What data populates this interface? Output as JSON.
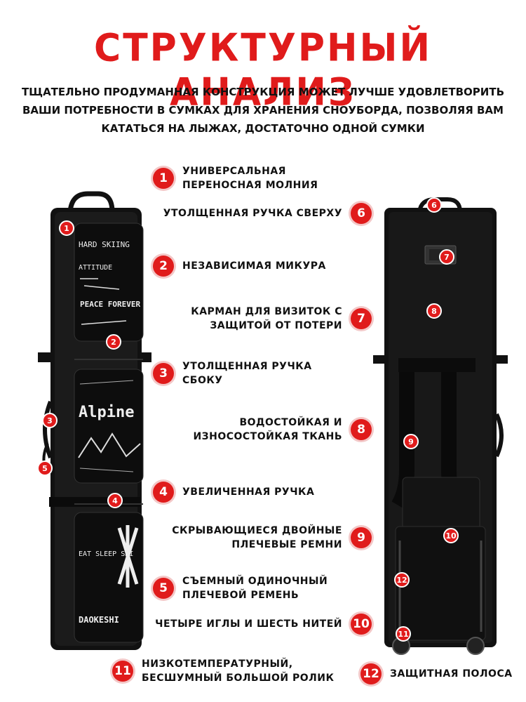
{
  "title": "СТРУКТУРНЫЙ АНАЛИЗ",
  "subtitle": "ТЩАТЕЛЬНО ПРОДУМАННАЯ КОНСТРУКЦИЯ МОЖЕТ ЛУЧШЕ УДОВЛЕТВОРИТЬ ВАШИ ПОТРЕБНОСТИ В СУМКАХ ДЛЯ ХРАНЕНИЯ СНОУБОРДА, ПОЗВОЛЯЯ ВАМ КАТАТЬСЯ НА ЛЫЖАХ, ДОСТАТОЧНО ОДНОЙ СУМКИ",
  "colors": {
    "accent": "#e01b1b",
    "bag": "#111111",
    "text": "#111111"
  },
  "features": [
    {
      "num": "1",
      "text": "УНИВЕРСАЛЬНАЯ\nПЕРЕНОСНАЯ МОЛНИЯ"
    },
    {
      "num": "6",
      "text": "УТОЛЩЕННАЯ РУЧКА СВЕРХУ"
    },
    {
      "num": "2",
      "text": "НЕЗАВИСИМАЯ МИКУРА"
    },
    {
      "num": "7",
      "text": "КАРМАН ДЛЯ ВИЗИТОК С\nЗАЩИТОЙ ОТ ПОТЕРИ"
    },
    {
      "num": "3",
      "text": "УТОЛЩЕННАЯ РУЧКА\nСБОКУ"
    },
    {
      "num": "8",
      "text": "ВОДОСТОЙКАЯ И\nИЗНОСОСТОЙКАЯ ТКАНЬ"
    },
    {
      "num": "4",
      "text": "УВЕЛИЧЕННАЯ РУЧКА"
    },
    {
      "num": "9",
      "text": "СКРЫВАЮЩИЕСЯ ДВОЙНЫЕ\nПЛЕЧЕВЫЕ РЕМНИ"
    },
    {
      "num": "5",
      "text": "СЪЕМНЫЙ ОДИНОЧНЫЙ\nПЛЕЧЕВОЙ РЕМЕНЬ"
    },
    {
      "num": "10",
      "text": "ЧЕТЫРЕ ИГЛЫ И ШЕСТЬ НИТЕЙ"
    },
    {
      "num": "11",
      "text": "НИЗКОТЕМПЕРАТУРНЫЙ,\nБЕСШУМНЫЙ БОЛЬШОЙ РОЛИК"
    },
    {
      "num": "12",
      "text": "ЗАЩИТНАЯ ПОЛОСА"
    }
  ],
  "markers": {
    "front": [
      "1",
      "2",
      "3",
      "4",
      "5"
    ],
    "back": [
      "6",
      "7",
      "8",
      "9",
      "10",
      "11",
      "12"
    ]
  },
  "graffiti": {
    "pocket1": [
      "HARD SKIING",
      "ATTITUDE",
      "PEACE FOREVER"
    ],
    "pocket2": [
      "Alpine"
    ],
    "pocket3": [
      "EAT SLEEP SKI",
      "DAOKESHI"
    ]
  }
}
